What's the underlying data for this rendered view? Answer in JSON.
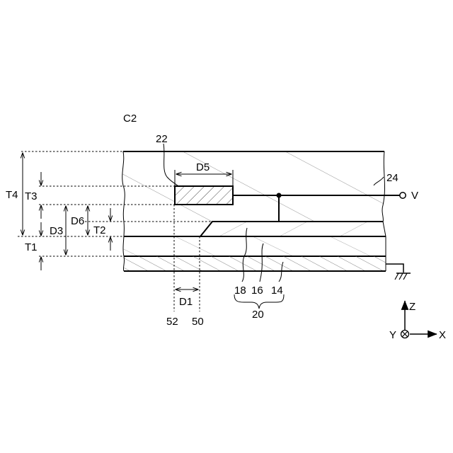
{
  "figure_label": "C2",
  "labels": {
    "element_22": "22",
    "element_24": "24",
    "element_18": "18",
    "element_16": "16",
    "element_14": "14",
    "group_20": "20",
    "line_52": "52",
    "line_50": "50",
    "voltage": "V"
  },
  "dimensions": {
    "T4": "T4",
    "T3": "T3",
    "T1": "T1",
    "T2": "T2",
    "D1": "D1",
    "D3": "D3",
    "D5": "D5",
    "D6": "D6"
  },
  "axes": {
    "x": "X",
    "y": "Y",
    "z": "Z"
  }
}
